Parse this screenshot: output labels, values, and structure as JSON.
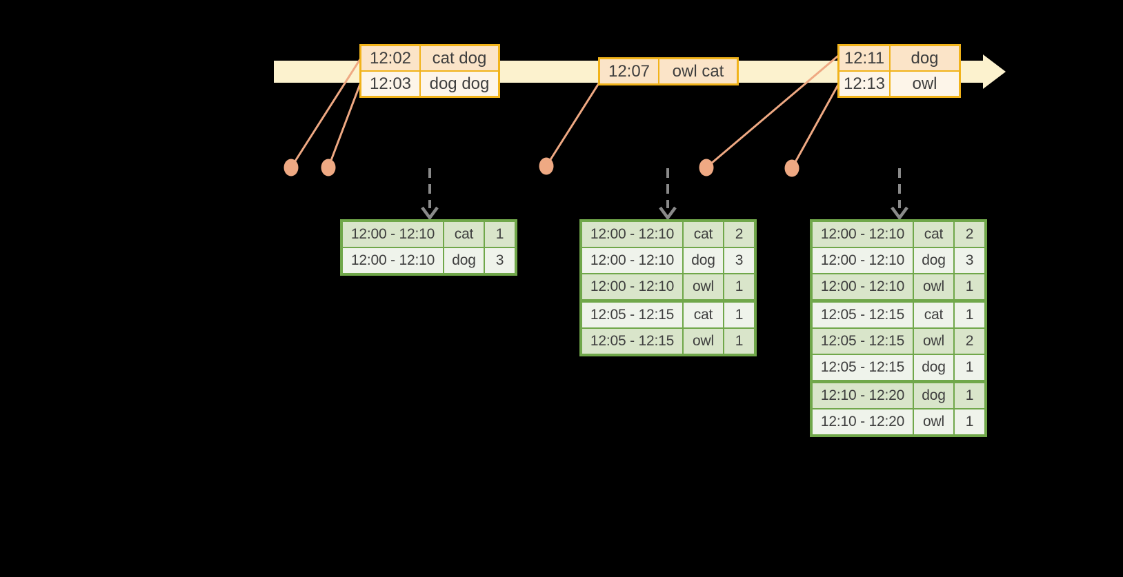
{
  "colors": {
    "background": "#000000",
    "timeline_fill": "#FCF2CE",
    "event_accent": "#EFA983",
    "batch_border": "#F1B31A",
    "batch_row_peach": "#FBE4C8",
    "batch_row_cream": "#FDF5E9",
    "result_border": "#70A74A",
    "result_row_dark": "#D9E5CA",
    "result_row_light": "#EFF3EB",
    "trigger_arrow_gray": "#8A8A8A",
    "text": "#3E3E3E"
  },
  "input_batches": [
    {
      "rows": [
        {
          "time": "12:02",
          "words": "cat dog"
        },
        {
          "time": "12:03",
          "words": "dog dog"
        }
      ]
    },
    {
      "rows": [
        {
          "time": "12:07",
          "words": "owl cat"
        }
      ]
    },
    {
      "rows": [
        {
          "time": "12:11",
          "words": "dog"
        },
        {
          "time": "12:13",
          "words": "owl"
        }
      ]
    }
  ],
  "result_tables": [
    {
      "rows": [
        {
          "window": "12:00 - 12:10",
          "word": "cat",
          "count": 1
        },
        {
          "window": "12:00 - 12:10",
          "word": "dog",
          "count": 3
        }
      ]
    },
    {
      "rows": [
        {
          "window": "12:00 - 12:10",
          "word": "cat",
          "count": 2
        },
        {
          "window": "12:00 - 12:10",
          "word": "dog",
          "count": 3
        },
        {
          "window": "12:00 - 12:10",
          "word": "owl",
          "count": 1
        },
        {
          "window": "12:05 - 12:15",
          "word": "cat",
          "count": 1
        },
        {
          "window": "12:05 - 12:15",
          "word": "owl",
          "count": 1
        }
      ]
    },
    {
      "rows": [
        {
          "window": "12:00 - 12:10",
          "word": "cat",
          "count": 2
        },
        {
          "window": "12:00 - 12:10",
          "word": "dog",
          "count": 3
        },
        {
          "window": "12:00 - 12:10",
          "word": "owl",
          "count": 1
        },
        {
          "window": "12:05 - 12:15",
          "word": "cat",
          "count": 1
        },
        {
          "window": "12:05 - 12:15",
          "word": "owl",
          "count": 2
        },
        {
          "window": "12:05 - 12:15",
          "word": "dog",
          "count": 1
        },
        {
          "window": "12:10 - 12:20",
          "word": "dog",
          "count": 1
        },
        {
          "window": "12:10 - 12:20",
          "word": "owl",
          "count": 1
        }
      ]
    }
  ]
}
